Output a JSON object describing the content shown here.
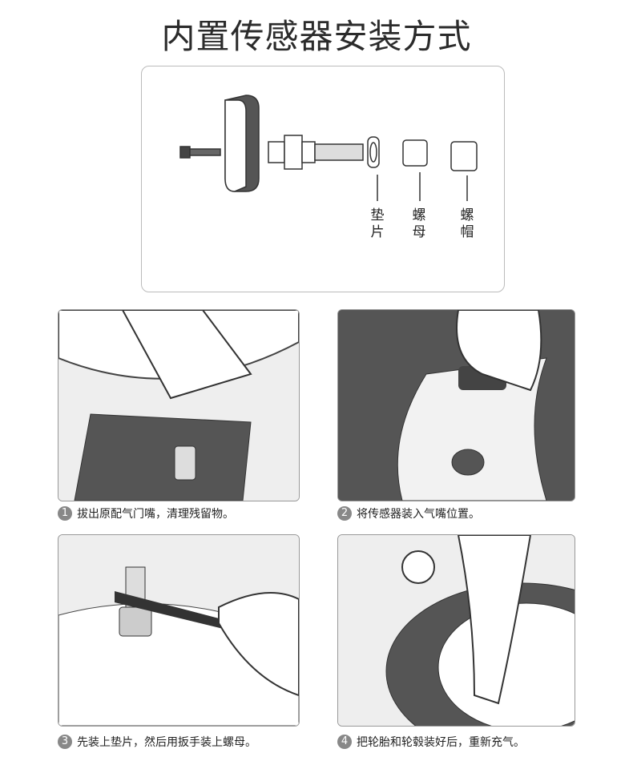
{
  "title": "内置传感器安装方式",
  "parts": {
    "washer": "垫片",
    "nut": "螺母",
    "cap": "螺帽"
  },
  "steps": [
    {
      "num": "1",
      "text": "拔出原配气门嘴，清理残留物。"
    },
    {
      "num": "2",
      "text": "将传感器装入气嘴位置。"
    },
    {
      "num": "3",
      "text": "先装上垫片，然后用扳手装上螺母。"
    },
    {
      "num": "4",
      "text": "把轮胎和轮毂装好后，重新充气。"
    }
  ]
}
